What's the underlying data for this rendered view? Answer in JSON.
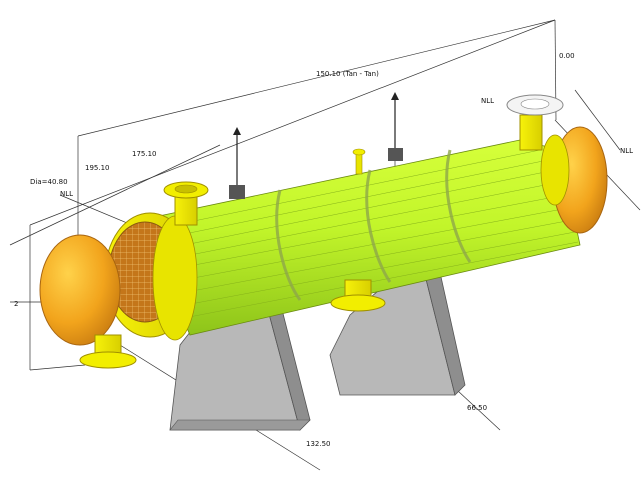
{
  "drawing": {
    "labels": {
      "overall_length": "150.10 (Tan - Tan)",
      "top_right_elevation": "0.00",
      "left_vertical_1": "195.10",
      "left_vertical_2": "175.10",
      "diameter": "Dia=40.80",
      "nll_left": "NLL",
      "nll_top": "NLL",
      "nll_right": "NLL",
      "left_side_marker": "2",
      "left_support_dim": "132.50",
      "right_support_dim": "66.50"
    }
  }
}
